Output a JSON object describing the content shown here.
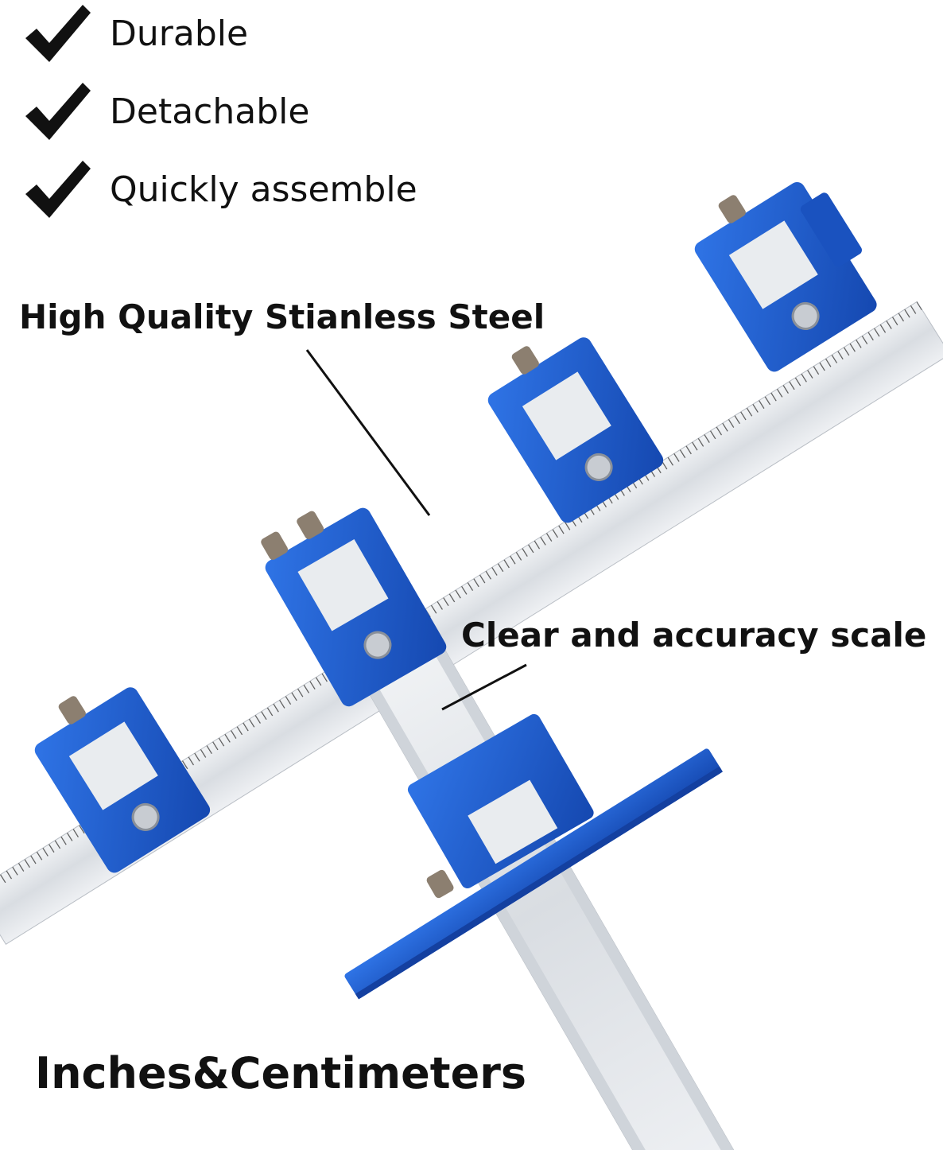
{
  "features": [
    {
      "label": "Durable",
      "icon": "check-icon"
    },
    {
      "label": "Detachable",
      "icon": "check-icon"
    },
    {
      "label": "Quickly assemble",
      "icon": "check-icon"
    }
  ],
  "callouts": {
    "steel": "High Quality Stianless Steel",
    "scale": "Clear and accuracy scale"
  },
  "bottom_title": "Inches&Centimeters",
  "colors": {
    "jig_blue": "#1f5fd0",
    "steel": "#dfe3e8",
    "text": "#111111"
  }
}
